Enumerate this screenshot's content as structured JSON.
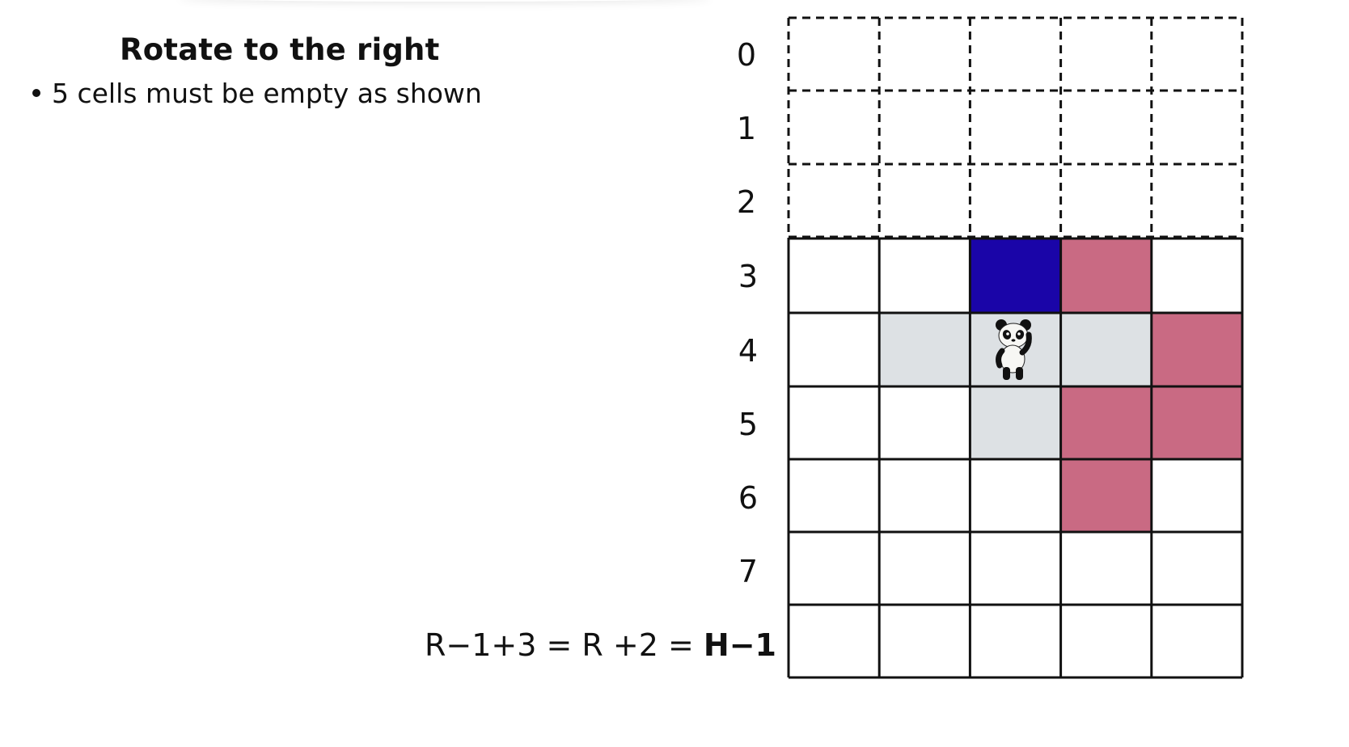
{
  "heading": {
    "title": "Rotate to the right",
    "bullet": "5 cells must be empty as shown"
  },
  "rows": {
    "labels": [
      "0",
      "1",
      "2",
      "3",
      "4",
      "5",
      "6",
      "7"
    ]
  },
  "formula": {
    "text": "R−1+3 = R +2 = ",
    "bold": "H−1"
  },
  "grid": {
    "rows": 9,
    "cols": 5,
    "dashed_rows": 3,
    "cells": [
      {
        "row": 3,
        "col": 2,
        "fill": "#1a05a8"
      },
      {
        "row": 3,
        "col": 3,
        "fill": "#c96a83"
      },
      {
        "row": 4,
        "col": 4,
        "fill": "#c96a83"
      },
      {
        "row": 5,
        "col": 3,
        "fill": "#c96a83"
      },
      {
        "row": 5,
        "col": 4,
        "fill": "#c96a83"
      },
      {
        "row": 6,
        "col": 3,
        "fill": "#c96a83"
      },
      {
        "row": 4,
        "col": 1,
        "fill": "#dde1e4"
      },
      {
        "row": 4,
        "col": 2,
        "fill": "#dde1e4"
      },
      {
        "row": 4,
        "col": 3,
        "fill": "#dde1e4"
      },
      {
        "row": 5,
        "col": 2,
        "fill": "#dde1e4"
      }
    ],
    "panda_cell": {
      "row": 4,
      "col": 2
    },
    "panda_icon": "panda-icon"
  },
  "colors": {
    "blue": "#1a05a8",
    "pink": "#c96a83",
    "gray": "#dde1e4"
  }
}
